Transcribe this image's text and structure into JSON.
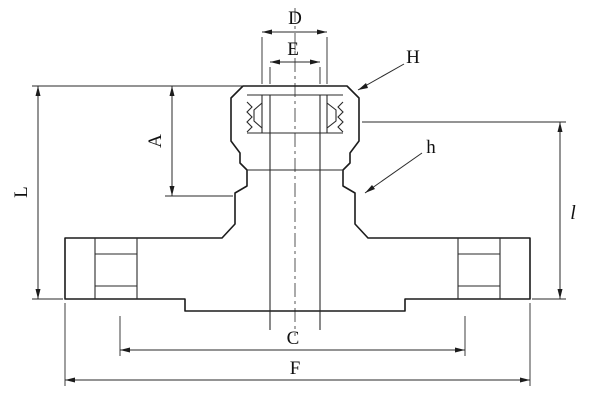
{
  "drawing": {
    "type": "technical-cross-section",
    "description": "Dimensioned cross-section drawing of a flanged compression fitting",
    "background": "#ffffff",
    "line_color": "#1c1c1c",
    "labels": {
      "D": "D",
      "E": "E",
      "H": "H",
      "h": "h",
      "A": "A",
      "L": "L",
      "l": "l",
      "C": "C",
      "F": "F"
    }
  }
}
